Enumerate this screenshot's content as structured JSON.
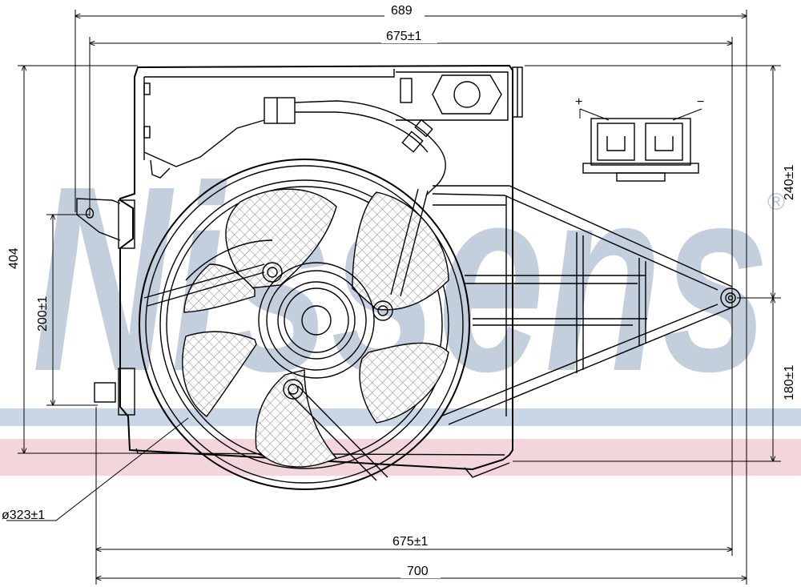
{
  "watermark": {
    "brand": "Nissens",
    "registered_mark": "®"
  },
  "dimensions": {
    "top_overall": "689",
    "top_inner": "675±1",
    "bottom_inner": "675±1",
    "bottom_overall": "700",
    "left_height": "404",
    "left_mount": "200±1",
    "right_upper": "240±1",
    "right_lower": "180±1",
    "fan_diameter": "ø323±1"
  },
  "connector": {
    "plus_label": "+",
    "minus_label": "−"
  },
  "colors": {
    "watermark_blue": "#b9c7d8",
    "band_blue": "#c9d6e6",
    "band_pink": "#f3d6dc",
    "mesh_grey": "#9a9a9a"
  }
}
